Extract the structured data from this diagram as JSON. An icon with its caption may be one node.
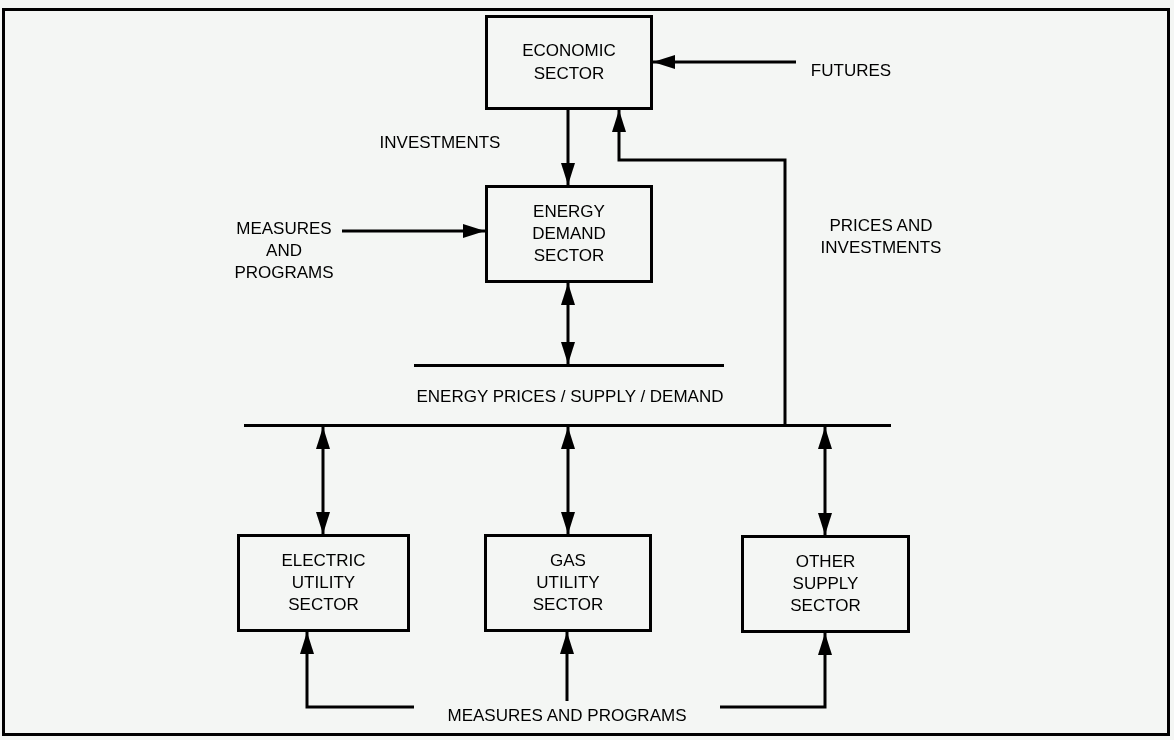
{
  "diagram": {
    "nodes": [
      {
        "text": [
          "ECONOMIC SECTOR"
        ]
      },
      {
        "text": [
          "FUTURES"
        ]
      },
      {
        "text": [
          "ENERGY DEMAND SECTOR"
        ]
      },
      {
        "text": [
          "MEASURES AND PROGRAMS"
        ]
      },
      {
        "text": [],
        "shape": "bar"
      },
      {
        "text": [],
        "shape": "bar"
      },
      {
        "text": [
          "ELECTRIC UTILITY SECTOR"
        ]
      },
      {
        "text": [
          "GAS UTILITY SECTOR"
        ]
      },
      {
        "text": [
          "OTHER SUPPLY SECTOR"
        ]
      },
      {
        "text": [
          "MEASURES AND PROGRAMS"
        ]
      }
    ],
    "edges": [
      {
        "from": 1,
        "to": 0,
        "arrow": "to"
      },
      {
        "from": 0,
        "to": 2,
        "arrow": "to",
        "label": "INVESTMENTS"
      },
      {
        "from": 3,
        "to": 2,
        "arrow": "to"
      },
      {
        "from": 2,
        "to": 4,
        "arrow": "both"
      },
      {
        "from": 5,
        "to": 0,
        "arrow": "to",
        "label": "PRICES AND INVESTMENTS"
      },
      {
        "from": 5,
        "to": 6,
        "arrow": "both"
      },
      {
        "from": 5,
        "to": 7,
        "arrow": "both"
      },
      {
        "from": 5,
        "to": 8,
        "arrow": "both"
      },
      {
        "from": 9,
        "to": 6,
        "arrow": "to"
      },
      {
        "from": 9,
        "to": 7,
        "arrow": "to"
      },
      {
        "from": 9,
        "to": 8,
        "arrow": "to"
      }
    ],
    "labels": [
      "ENERGY PRICES / SUPPLY / DEMAND"
    ]
  }
}
